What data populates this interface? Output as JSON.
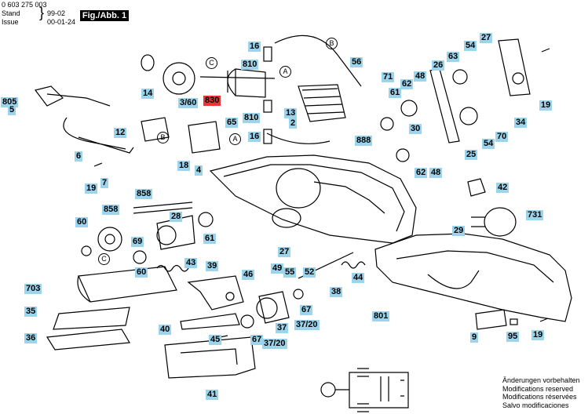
{
  "header": {
    "part_number": "0 603 275 003",
    "stand_label": "Stand",
    "stand_value": "99-02",
    "issue_label": "Issue",
    "issue_value": "00-01-24",
    "figure_tag": "Fig./Abb. 1"
  },
  "callouts": {
    "c16a": "16",
    "c810a": "810",
    "c56": "56",
    "c54a": "54",
    "c27a": "27",
    "c63": "63",
    "c19a": "19",
    "c14": "14",
    "c360": "3/60",
    "c830": "830",
    "c805": "805",
    "c5": "5",
    "c65": "65",
    "c12": "12",
    "c71": "71",
    "c62a": "62",
    "c48a": "48",
    "c26": "26",
    "c61a": "61",
    "c13": "13",
    "c810b": "810",
    "c2": "2",
    "c30": "30",
    "c34": "34",
    "c6": "6",
    "c16b": "16",
    "c18": "18",
    "c4": "4",
    "c888": "888",
    "c54b": "54",
    "c70": "70",
    "c25": "25",
    "c19b": "19",
    "c7": "7",
    "c62b": "62",
    "c48b": "48",
    "c42": "42",
    "c858a": "858",
    "c858b": "858",
    "c731": "731",
    "c28": "28",
    "c60a": "60",
    "c29": "29",
    "c61b": "61",
    "c69": "69",
    "c60b": "60",
    "c27b": "27",
    "c49": "49",
    "c55": "55",
    "c52": "52",
    "c44": "44",
    "c43": "43",
    "c39": "39",
    "c46": "46",
    "c703": "703",
    "c38": "38",
    "c67a": "67",
    "c801": "801",
    "c35": "35",
    "c37a": "37",
    "c3720a": "37/20",
    "c40": "40",
    "c45": "45",
    "c67b": "67",
    "c3720b": "37/20",
    "c36": "36",
    "c9": "9",
    "c95": "95",
    "c19c": "19",
    "c41": "41",
    "c_b1": "B",
    "c_c1": "C",
    "c_a1": "A",
    "c_b2": "B",
    "c_a2": "A",
    "c_c2": "C"
  },
  "notes": {
    "de": "Änderungen vorbehalten",
    "en": "Modifications reserved",
    "fr": "Modifications réservées",
    "es": "Salvo modificaciones"
  },
  "colors": {
    "callout_bg": "#9cd4ec",
    "highlight_bg": "#e33"
  }
}
